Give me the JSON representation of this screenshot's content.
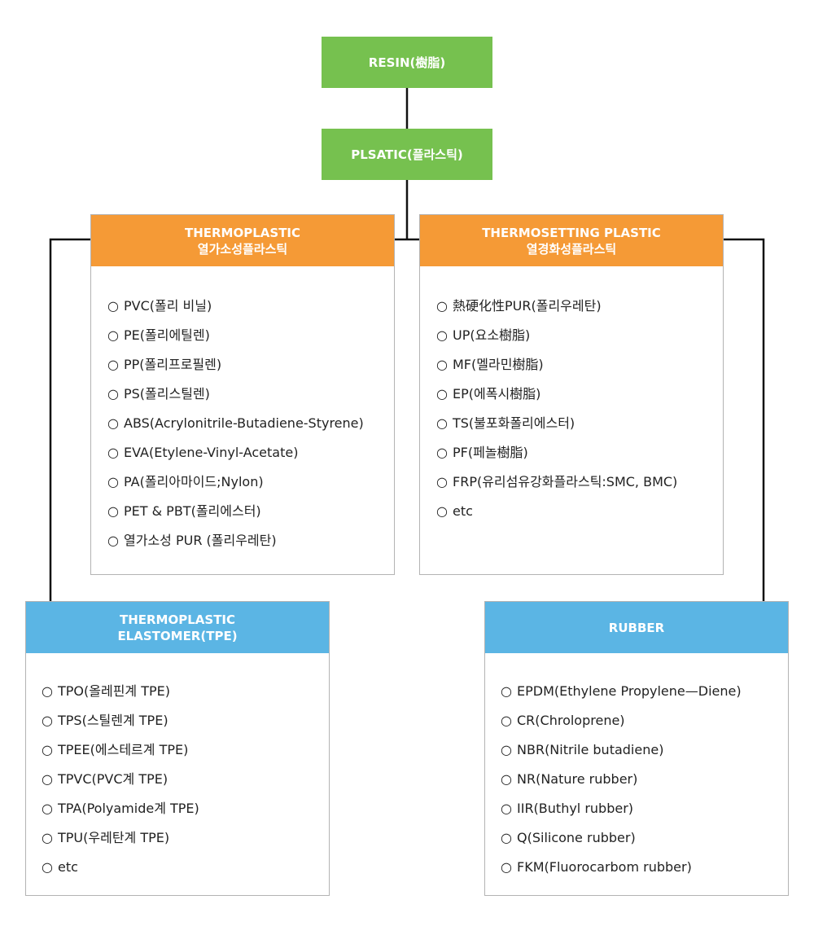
{
  "root": {
    "label": "RESIN(樹脂)"
  },
  "plastic": {
    "label": "PLSATIC(플라스틱)"
  },
  "thermoplastic": {
    "title": "THERMOPLASTIC",
    "subtitle": "열가소성플라스틱",
    "bullet": "○",
    "items": [
      "PVC(폴리 비닐)",
      "PE(폴리에틸렌)",
      "PP(폴리프로필렌)",
      "PS(폴리스틸렌)",
      "ABS(Acrylonitrile-Butadiene-Styrene)",
      "EVA(Etylene-Vinyl-Acetate)",
      "PA(폴리아마이드;Nylon)",
      "PET & PBT(폴리에스터)",
      "열가소성 PUR (폴리우레탄)"
    ]
  },
  "thermosetting": {
    "title": "THERMOSETTING PLASTIC",
    "subtitle": "열경화성플라스틱",
    "bullet": "○",
    "items": [
      "熱硬化性PUR(폴리우레탄)",
      "UP(요소樹脂)",
      "MF(멜라민樹脂)",
      "EP(에폭시樹脂)",
      "TS(불포화폴리에스터)",
      "PF(페놀樹脂)",
      "FRP(유리섬유강화플라스틱:SMC, BMC)",
      "etc"
    ]
  },
  "tpe": {
    "title": "THERMOPLASTIC",
    "subtitle": "ELASTOMER(TPE)",
    "bullet": "○",
    "items": [
      "TPO(올레핀계 TPE)",
      "TPS(스틸렌계 TPE)",
      "TPEE(에스테르계 TPE)",
      "TPVC(PVC계 TPE)",
      "TPA(Polyamide계 TPE)",
      "TPU(우레탄계 TPE)",
      "etc"
    ]
  },
  "rubber": {
    "title": "RUBBER",
    "bullet": "○",
    "items": [
      "EPDM(Ethylene Propylene—Diene)",
      "CR(Chroloprene)",
      "NBR(Nitrile butadiene)",
      "NR(Nature rubber)",
      "IIR(Buthyl rubber)",
      "Q(Silicone rubber)",
      "FKM(Fluorocarbom rubber)"
    ]
  },
  "colors": {
    "green": "#76c14f",
    "orange": "#f59a36",
    "blue": "#5bb5e4",
    "connector": "#111111"
  }
}
